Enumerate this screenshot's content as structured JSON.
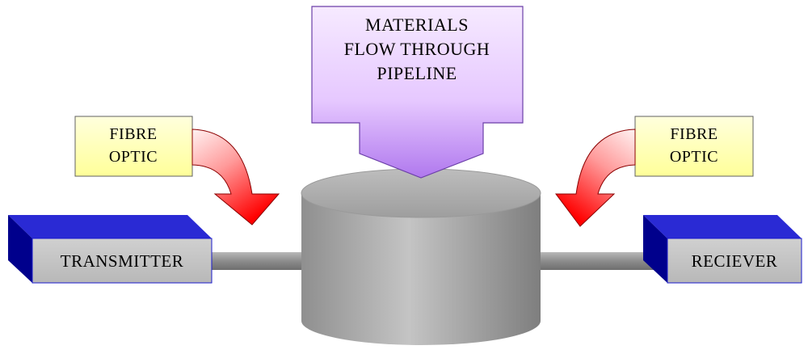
{
  "diagram": {
    "materials_callout": {
      "lines": [
        "MATERIALS",
        "FLOW THROUGH",
        "PIPELINE"
      ]
    },
    "fibre_left": {
      "lines": [
        "FIBRE",
        "OPTIC"
      ]
    },
    "fibre_right": {
      "lines": [
        "FIBRE",
        "OPTIC"
      ]
    },
    "transmitter": {
      "label": "TRANSMITTER"
    },
    "receiver": {
      "label": "RECIEVER"
    }
  },
  "colors": {
    "callout_purple": "#e8c8ff",
    "note_yellow": "#ffffc8",
    "box_grey": "#c0c0c0",
    "box_blue_dark": "#00008c",
    "box_blue": "#1a1acc",
    "arrow_red": "#ff0000",
    "cylinder_grey": "#aaaaaa"
  }
}
